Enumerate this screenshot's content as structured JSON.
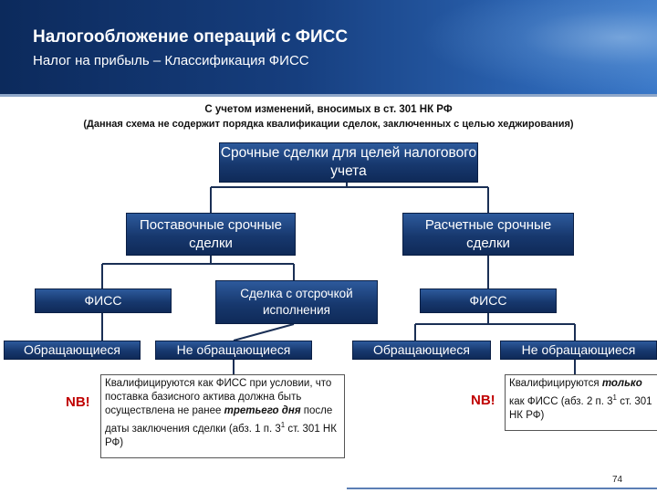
{
  "header": {
    "title": "Налогообложение операций с ФИСС",
    "subtitle": "Налог на прибыль – Классификация ФИСС"
  },
  "notes": {
    "line1": "С учетом изменений, вносимых в ст. 301 НК РФ",
    "line2": "(Данная схема не содержит порядка квалификации сделок, заключенных с целью хеджирования)"
  },
  "boxes": {
    "root": "Срочные сделки для целей налогового учета",
    "delivery": "Поставочные срочные сделки",
    "settlement": "Расчетные срочные сделки",
    "fiss_left": "ФИСС",
    "deferred": "Сделка с отсрочкой исполнения",
    "fiss_right": "ФИСС",
    "traded_left": "Обращающиеся",
    "nontraded_left": "Не обращающиеся",
    "traded_right": "Обращающиеся",
    "nontraded_right": "Не обращающиеся"
  },
  "text_boxes": {
    "left": {
      "nb": "NB!",
      "t1": "Квалифицируются как ФИСС при условии, что поставка базисного актива должна быть осуществлена не ранее ",
      "em": "третьего дня",
      "t2": " после даты заключения сделки (абз. 1 п. 3",
      "sup": "1",
      "t3": " ст. 301 НК РФ)"
    },
    "right": {
      "nb": "NB!",
      "t1": "Квалифицируются ",
      "em": "только",
      "t2": " как ФИСС (абз. 2 п. 3",
      "sup": "1",
      "t3": " ст. 301 НК РФ)"
    }
  },
  "footer": {
    "page_number": "74"
  },
  "colors": {
    "header": "#163e7e",
    "box": "#17386e",
    "nb": "#c00000"
  }
}
